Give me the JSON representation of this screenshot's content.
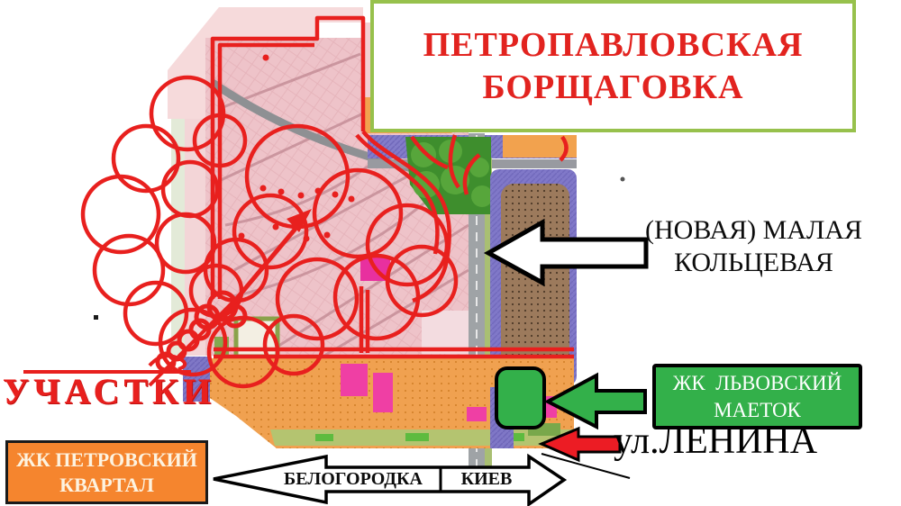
{
  "title_box": {
    "line1": "ПЕТРОПАВЛОВСКАЯ",
    "line2": "БОРЩАГОВКА",
    "text_color": "#e2231f",
    "border_color": "#97c14c"
  },
  "annotations": {
    "ring_road_label": {
      "line1": "(НОВАЯ) МАЛАЯ",
      "line2": "КОЛЬЦЕВАЯ"
    },
    "lenina_label": "ул.ЛЕНИНА",
    "plots_label": "УЧАСТКИ",
    "highlight_color": "#e8201e"
  },
  "boxes": {
    "lvovsky": {
      "line1": "ЖК  ЛЬВОВСКИЙ",
      "line2": "МАЕТОК",
      "bg_color": "#33b04a",
      "text_color": "#ffffff"
    },
    "petrovsky": {
      "line1": "ЖК ПЕТРОВСКИЙ",
      "line2": "КВАРТАЛ",
      "bg_color": "#f5852e",
      "text_color": "#fdf3e0"
    }
  },
  "direction_arrow": {
    "left_label": "БЕЛОГОРОДКА",
    "right_label": "КИЕВ"
  },
  "map_colors": {
    "residential_pink": "#eec3c9",
    "pale_pink": "#f6dadb",
    "orange_zone": "#f0a150",
    "brown_estate": "#9c7a5c",
    "purple_band": "#837cc9",
    "green_interchange": "#3e8e2d",
    "road_gray": "#9fa3a6",
    "white_arrow": "#ffffff",
    "green_arrow": "#33b04a",
    "red_arrow": "#ec1c24"
  }
}
